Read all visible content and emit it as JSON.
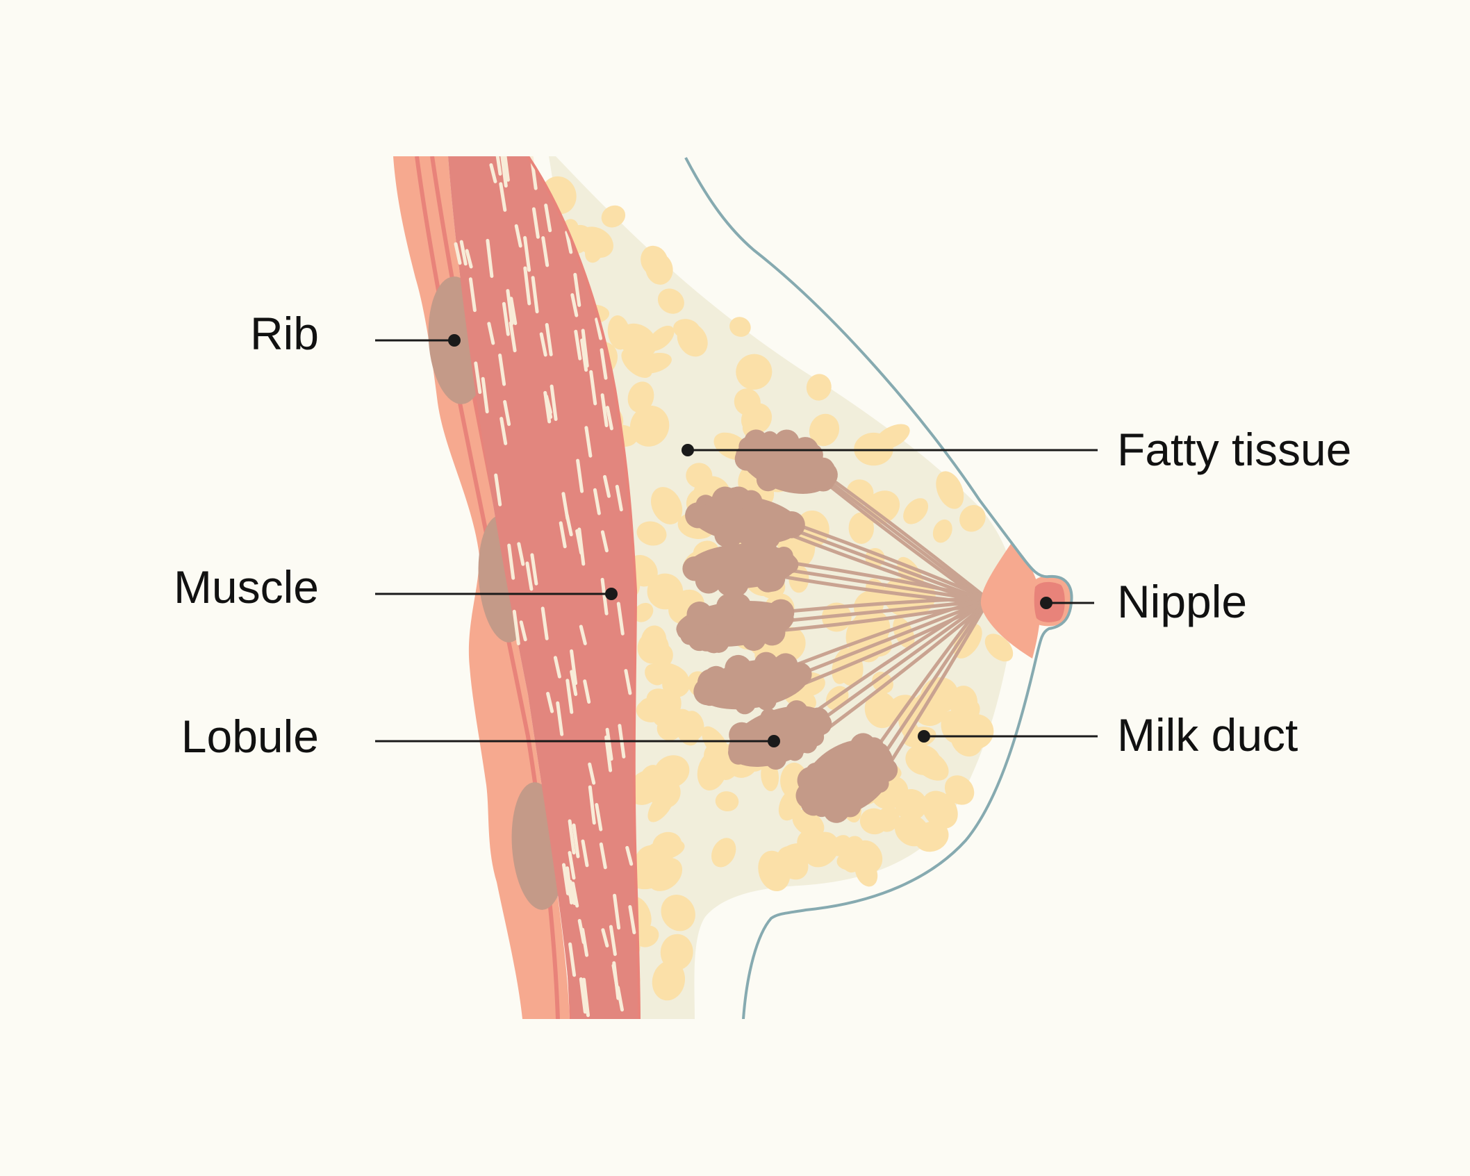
{
  "colors": {
    "background": "#fcfbf4",
    "skin_outline": "#86aab0",
    "chest_wall": "#f6a98f",
    "rib_line": "#e8837a",
    "rib": "#c49a88",
    "muscle": "#e2867e",
    "muscle_gap": "#f8ecd8",
    "fat_bg": "#f1eedb",
    "fat_lobe": "#fbe0a8",
    "lobule": "#c49a88",
    "duct": "#c9a391",
    "areola": "#f6a98f",
    "nipple": "#e8837a",
    "leader": "#1a1a1a"
  },
  "labels": {
    "rib": "Rib",
    "muscle": "Muscle",
    "lobule": "Lobule",
    "fatty_tissue": "Fatty tissue",
    "nipple": "Nipple",
    "milk_duct": "Milk duct"
  }
}
